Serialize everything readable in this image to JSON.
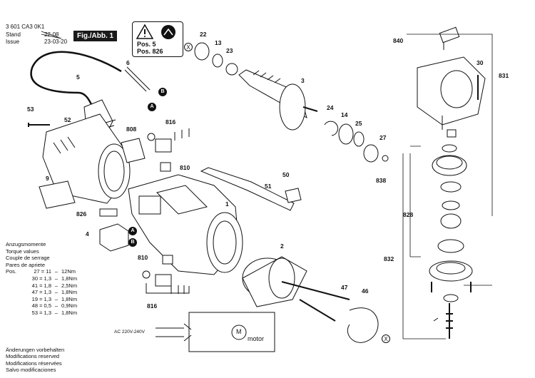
{
  "header": {
    "doc_number": "3 601 CA3 0K1",
    "stand_label": "Stand",
    "stand_value": "22-08",
    "issue_label": "Issue",
    "issue_value": "23-03-20",
    "fig_label": "Fig./Abb. 1"
  },
  "warning_box": {
    "pos1": "Pos. 5",
    "pos2": "Pos. 826"
  },
  "callouts": {
    "c3": "3",
    "c5": "5",
    "c6": "6",
    "c9": "9",
    "c13": "13",
    "c14": "14",
    "c22": "22",
    "c23": "23",
    "c24": "24",
    "c25": "25",
    "c27": "27",
    "c30": "30",
    "c46": "46",
    "c47": "47",
    "c50": "50",
    "c51": "51",
    "c52": "52",
    "c53": "53",
    "c1": "1",
    "c2": "2",
    "c4": "4",
    "c808": "808",
    "c810a": "810",
    "c810b": "810",
    "c816a": "816",
    "c816b": "816",
    "c826": "826",
    "c828": "828",
    "c831": "831",
    "c832": "832",
    "c838": "838",
    "c840": "840"
  },
  "badges": {
    "A": "A",
    "B": "B",
    "X": "X"
  },
  "torque": {
    "lines": [
      "Anzugsmomente",
      "Torque values",
      "Couple de serrage",
      "Pares de apriete"
    ],
    "head": {
      "pos": "Pos.",
      "a": "27 = 11",
      "dash": "–",
      "b": "12Nm"
    },
    "rows": [
      {
        "a": "30 = 1,3",
        "b": "1,8Nm"
      },
      {
        "a": "41 = 1,8",
        "b": "2,5Nm"
      },
      {
        "a": "47 = 1,3",
        "b": "1,8Nm"
      },
      {
        "a": "19 = 1,3",
        "b": "1,8Nm"
      },
      {
        "a": "48 = 0,5",
        "b": "0,9Nm"
      },
      {
        "a": "53 = 1,3",
        "b": "1,8Nm"
      }
    ]
  },
  "notes": [
    "Änderungen vorbehalten",
    "Modifications reserved",
    "Modifications réservées",
    "Salvo modificaciones"
  ],
  "circuit": {
    "voltage": "AC 220V-240V",
    "motor_symbol": "M",
    "motor_label": "motor"
  }
}
